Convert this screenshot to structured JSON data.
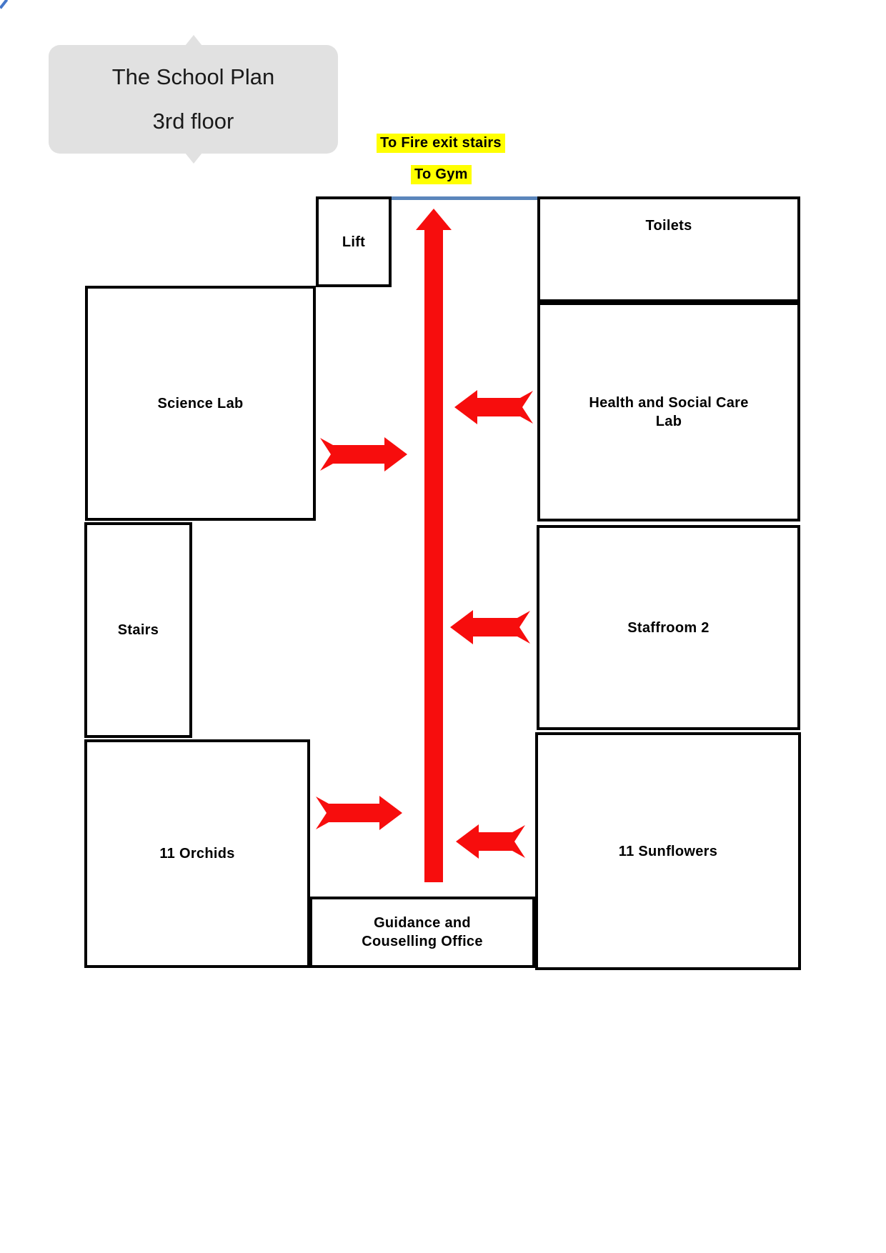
{
  "title_callout": {
    "line1": "The School Plan",
    "line2": "3rd floor"
  },
  "signs": {
    "fire_exit": "To Fire exit stairs",
    "gym": "To Gym",
    "highlight_color": "#ffff00"
  },
  "rooms": {
    "lift": "Lift",
    "toilets": "Toilets",
    "science_lab": "Science Lab",
    "health_social_care_lab": "Health and Social Care\nLab",
    "stairs": "Stairs",
    "staffroom_2": "Staffroom 2",
    "orchids": "11 Orchids",
    "sunflowers": "11 Sunflowers",
    "guidance_office": "Guidance and\nCouselling Office"
  },
  "colors": {
    "arrow_red": "#f70d0d",
    "fire_exit_line": "#5b86bb",
    "walls": "#000000",
    "callout_fill": "#e1e1e1",
    "highlight_yellow": "#ffff00",
    "corner_mark_blue": "#4577c9"
  }
}
